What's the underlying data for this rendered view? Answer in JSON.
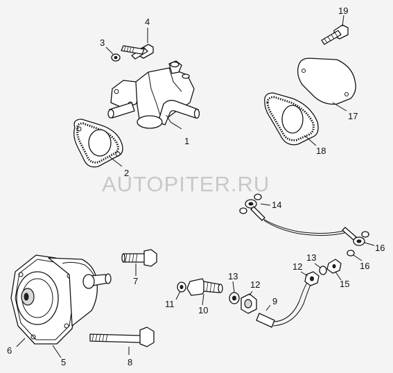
{
  "watermark": "AUTOPITER.RU",
  "callouts": {
    "c1": "1",
    "c2": "2",
    "c3": "3",
    "c4": "4",
    "c5": "5",
    "c6": "6",
    "c7": "7",
    "c8": "8",
    "c9": "9",
    "c10": "10",
    "c11": "11",
    "c12a": "12",
    "c12b": "12",
    "c13a": "13",
    "c13b": "13",
    "c14": "14",
    "c15": "15",
    "c16a": "16",
    "c16b": "16",
    "c17": "17",
    "c18": "18",
    "c19": "19"
  }
}
